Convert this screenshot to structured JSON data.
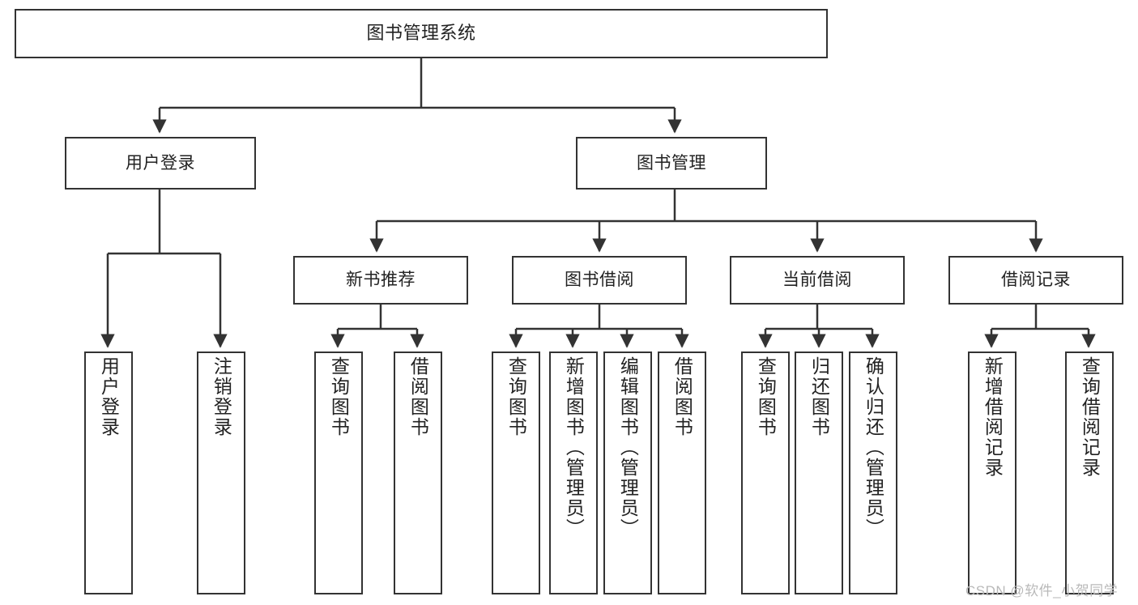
{
  "diagram": {
    "title": "图书管理系统",
    "type": "hierarchy-tree",
    "root": {
      "label": "图书管理系统"
    },
    "level2": [
      {
        "label": "用户登录"
      },
      {
        "label": "图书管理"
      }
    ],
    "level3": [
      {
        "label": "新书推荐"
      },
      {
        "label": "图书借阅"
      },
      {
        "label": "当前借阅"
      },
      {
        "label": "借阅记录"
      }
    ],
    "leaves": {
      "user_login": [
        {
          "label": "用户登录"
        },
        {
          "label": "注销登录"
        }
      ],
      "new_book_recommend": [
        {
          "label": "查询图书"
        },
        {
          "label": "借阅图书"
        }
      ],
      "book_borrow": [
        {
          "label": "查询图书"
        },
        {
          "label": "新增图书（管理员）"
        },
        {
          "label": "编辑图书（管理员）"
        },
        {
          "label": "借阅图书"
        }
      ],
      "current_borrow": [
        {
          "label": "查询图书"
        },
        {
          "label": "归还图书"
        },
        {
          "label": "确认归还（管理员）"
        }
      ],
      "borrow_record": [
        {
          "label": "新增借阅记录"
        },
        {
          "label": "查询借阅记录"
        }
      ]
    }
  },
  "watermark": {
    "text": "CSDN @软件_小贺同学"
  },
  "colors": {
    "stroke": "#333333",
    "fill": "#ffffff",
    "text": "#222222",
    "watermark": "#b9b9b9"
  }
}
